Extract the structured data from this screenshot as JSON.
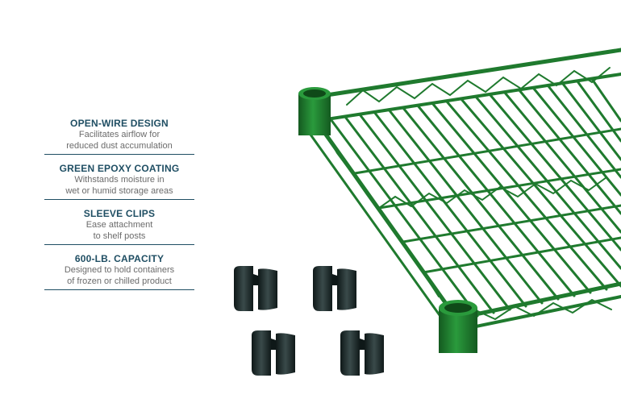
{
  "features": [
    {
      "title": "OPEN-WIRE DESIGN",
      "line1": "Facilitates airflow for",
      "line2": "reduced dust accumulation"
    },
    {
      "title": "GREEN EPOXY COATING",
      "line1": "Withstands moisture in",
      "line2": "wet or humid storage areas"
    },
    {
      "title": "SLEEVE CLIPS",
      "line1": "Ease attachment",
      "line2": "to shelf posts"
    },
    {
      "title": "600-LB. CAPACITY",
      "line1": "Designed to hold containers",
      "line2": "of frozen or chilled product"
    }
  ],
  "colors": {
    "title": "#1f4e63",
    "text": "#6b6b6b",
    "shelf_green": "#1f7a2e",
    "clip_dark": "#1c2a2a"
  },
  "icons": [
    "wire-shelf-image",
    "sleeve-clip-image"
  ]
}
